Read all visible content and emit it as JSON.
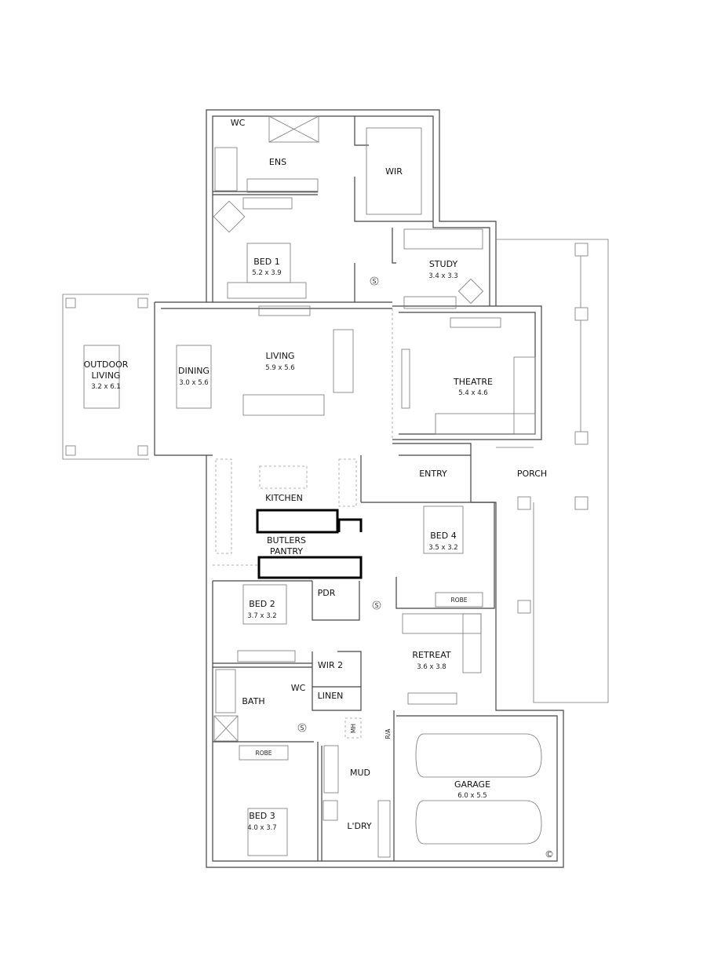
{
  "plan": {
    "rooms": [
      {
        "name": "WC"
      },
      {
        "name": "ENS"
      },
      {
        "name": "WIR"
      },
      {
        "name": "BED 1",
        "size": "5.2 x 3.9"
      },
      {
        "name": "STUDY",
        "size": "3.4 x 3.3"
      },
      {
        "name": "OUTDOOR LIVING",
        "line1": "OUTDOOR",
        "line2": "LIVING",
        "size": "3.2 x 6.1"
      },
      {
        "name": "DINING",
        "size": "3.0 x 5.6"
      },
      {
        "name": "LIVING",
        "size": "5.9 x 5.6"
      },
      {
        "name": "THEATRE",
        "size": "5.4 x 4.6"
      },
      {
        "name": "ENTRY"
      },
      {
        "name": "PORCH"
      },
      {
        "name": "KITCHEN"
      },
      {
        "name": "BUTLERS PANTRY",
        "line1": "BUTLERS",
        "line2": "PANTRY"
      },
      {
        "name": "BED 4",
        "size": "3.5 x 3.2"
      },
      {
        "name": "ROBE"
      },
      {
        "name": "PDR"
      },
      {
        "name": "BED 2",
        "size": "3.7 x 3.2"
      },
      {
        "name": "RETREAT",
        "size": "3.6 x 3.8"
      },
      {
        "name": "WIR 2"
      },
      {
        "name": "WC"
      },
      {
        "name": "LINEN"
      },
      {
        "name": "BATH"
      },
      {
        "name": "ROBE"
      },
      {
        "name": "MUD"
      },
      {
        "name": "GARAGE",
        "size": "6.0 x 5.5"
      },
      {
        "name": "BED 3",
        "size": "4.0 x 3.7"
      },
      {
        "name": "L'DRY"
      }
    ],
    "symbols": {
      "smoke_alarm": "S",
      "manhole": "MH",
      "return_air": "R/A",
      "hot_water": "C"
    }
  }
}
